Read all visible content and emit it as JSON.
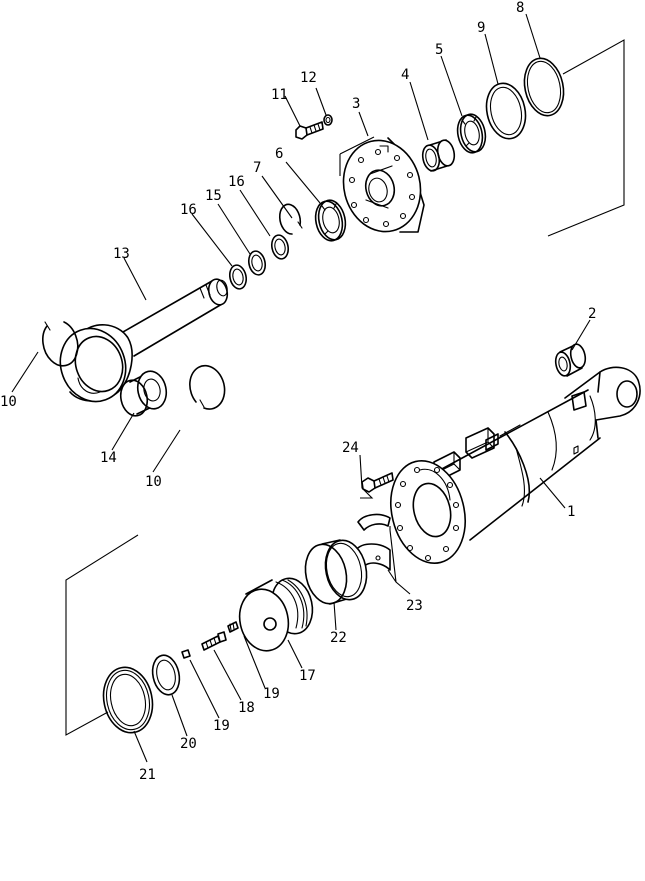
{
  "labels": {
    "n1": "1",
    "n2": "2",
    "n3": "3",
    "n4": "4",
    "n5": "5",
    "n6": "6",
    "n7": "7",
    "n8": "8",
    "n9": "9",
    "n10a": "10",
    "n10b": "10",
    "n11": "11",
    "n12": "12",
    "n13": "13",
    "n14": "14",
    "n15": "15",
    "n16a": "16",
    "n16b": "16",
    "n17": "17",
    "n18": "18",
    "n19a": "19",
    "n19b": "19",
    "n20": "20",
    "n21": "21",
    "n22": "22",
    "n23": "23",
    "n24": "24"
  }
}
